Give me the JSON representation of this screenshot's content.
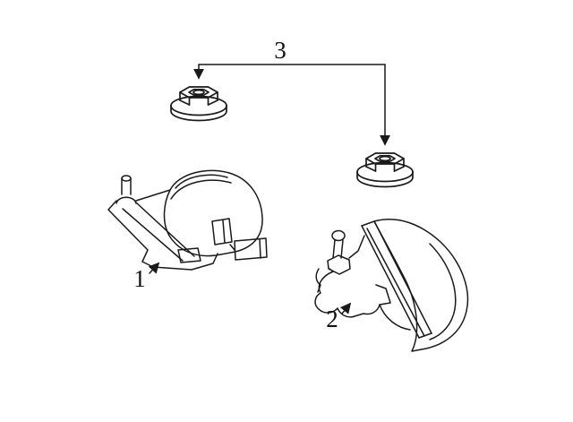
{
  "page": {
    "background": "#ffffff",
    "line_color": "#1a1a1a"
  },
  "diagram": {
    "type": "exploded-parts-line-drawing",
    "description": "Parts diagram showing two mounting bracket / horn assemblies and two hex flange nuts",
    "callouts": [
      {
        "label": "1",
        "part": "bracket-assembly-left"
      },
      {
        "label": "2",
        "part": "bracket-assembly-right"
      },
      {
        "label": "3",
        "part": "hex-flange-nuts"
      }
    ],
    "parts": [
      {
        "name": "bracket-assembly-left",
        "callout": "1"
      },
      {
        "name": "bracket-assembly-right",
        "callout": "2"
      },
      {
        "name": "hex-flange-nut-left",
        "callout": "3"
      },
      {
        "name": "hex-flange-nut-right",
        "callout": "3"
      }
    ]
  }
}
